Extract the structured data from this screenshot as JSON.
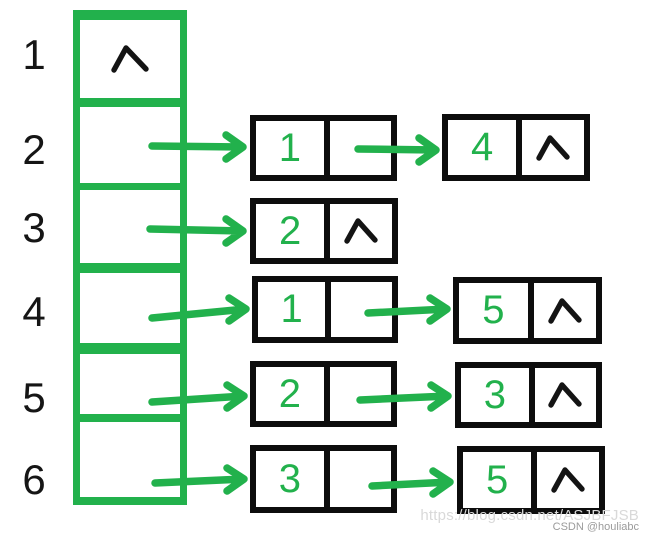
{
  "diagram": {
    "description": "Array of linked lists (adjacency list) with 6 slots",
    "row_labels": [
      "1",
      "2",
      "3",
      "4",
      "5",
      "6"
    ],
    "array_cells": [
      {
        "row": "1",
        "content": "null"
      },
      {
        "row": "2",
        "content": "pointer"
      },
      {
        "row": "3",
        "content": "pointer"
      },
      {
        "row": "4",
        "content": "pointer"
      },
      {
        "row": "5",
        "content": "pointer"
      },
      {
        "row": "6",
        "content": "pointer"
      }
    ],
    "linked_lists": [
      {
        "row": "2",
        "nodes": [
          {
            "value": "1",
            "next": "pointer"
          },
          {
            "value": "4",
            "next": "null"
          }
        ]
      },
      {
        "row": "3",
        "nodes": [
          {
            "value": "2",
            "next": "null"
          }
        ]
      },
      {
        "row": "4",
        "nodes": [
          {
            "value": "1",
            "next": "pointer"
          },
          {
            "value": "5",
            "next": "null"
          }
        ]
      },
      {
        "row": "5",
        "nodes": [
          {
            "value": "2",
            "next": "pointer"
          },
          {
            "value": "3",
            "next": "null"
          }
        ]
      },
      {
        "row": "6",
        "nodes": [
          {
            "value": "3",
            "next": "pointer"
          },
          {
            "value": "5",
            "next": "null"
          }
        ]
      }
    ],
    "null_symbol": "caret (∧) = null pointer"
  },
  "colors": {
    "green": "#22B14C",
    "node_border": "#0d0d0d",
    "label_text": "#151515",
    "wm_light": "#d9d9d9",
    "wm_dark": "#9b9b9b"
  },
  "watermark": {
    "line1": "https://blog.csdn.net/ASJBFJSB",
    "line2": "CSDN @houliabc"
  }
}
